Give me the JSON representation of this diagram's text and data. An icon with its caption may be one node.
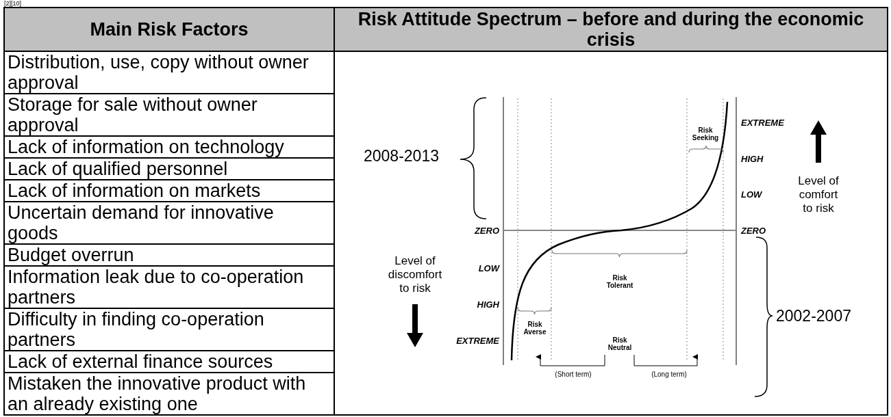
{
  "diagram": {
    "labels": [
      "[2][10]",
      "Main Risk Factors",
      "Risk Attitude Spectrum – before and during the economic crisis",
      "Distribution, use, copy without owner approval",
      "Storage for sale without owner approval",
      "Lack of information on technology",
      "Lack of qualified personnel",
      "Lack of information on markets",
      "Uncertain demand for innovative goods",
      "Budget overrun",
      "Information leak due to co-operation partners",
      "Difficulty in finding co-operation partners",
      "Lack of external finance sources",
      "Mistaken the innovative product with an already existing one",
      "Risk Seeking",
      "EXTREME",
      "2008-2013",
      "HIGH",
      "Level of comfort to risk",
      "LOW",
      "ZERO",
      "ZERO",
      "Level of discomfort to risk",
      "LOW",
      "Risk Tolerant",
      "HIGH",
      "2002-2007",
      "Risk Averse",
      "EXTREME",
      "Risk Neutral",
      "(Short term)",
      "(Long term)"
    ]
  }
}
